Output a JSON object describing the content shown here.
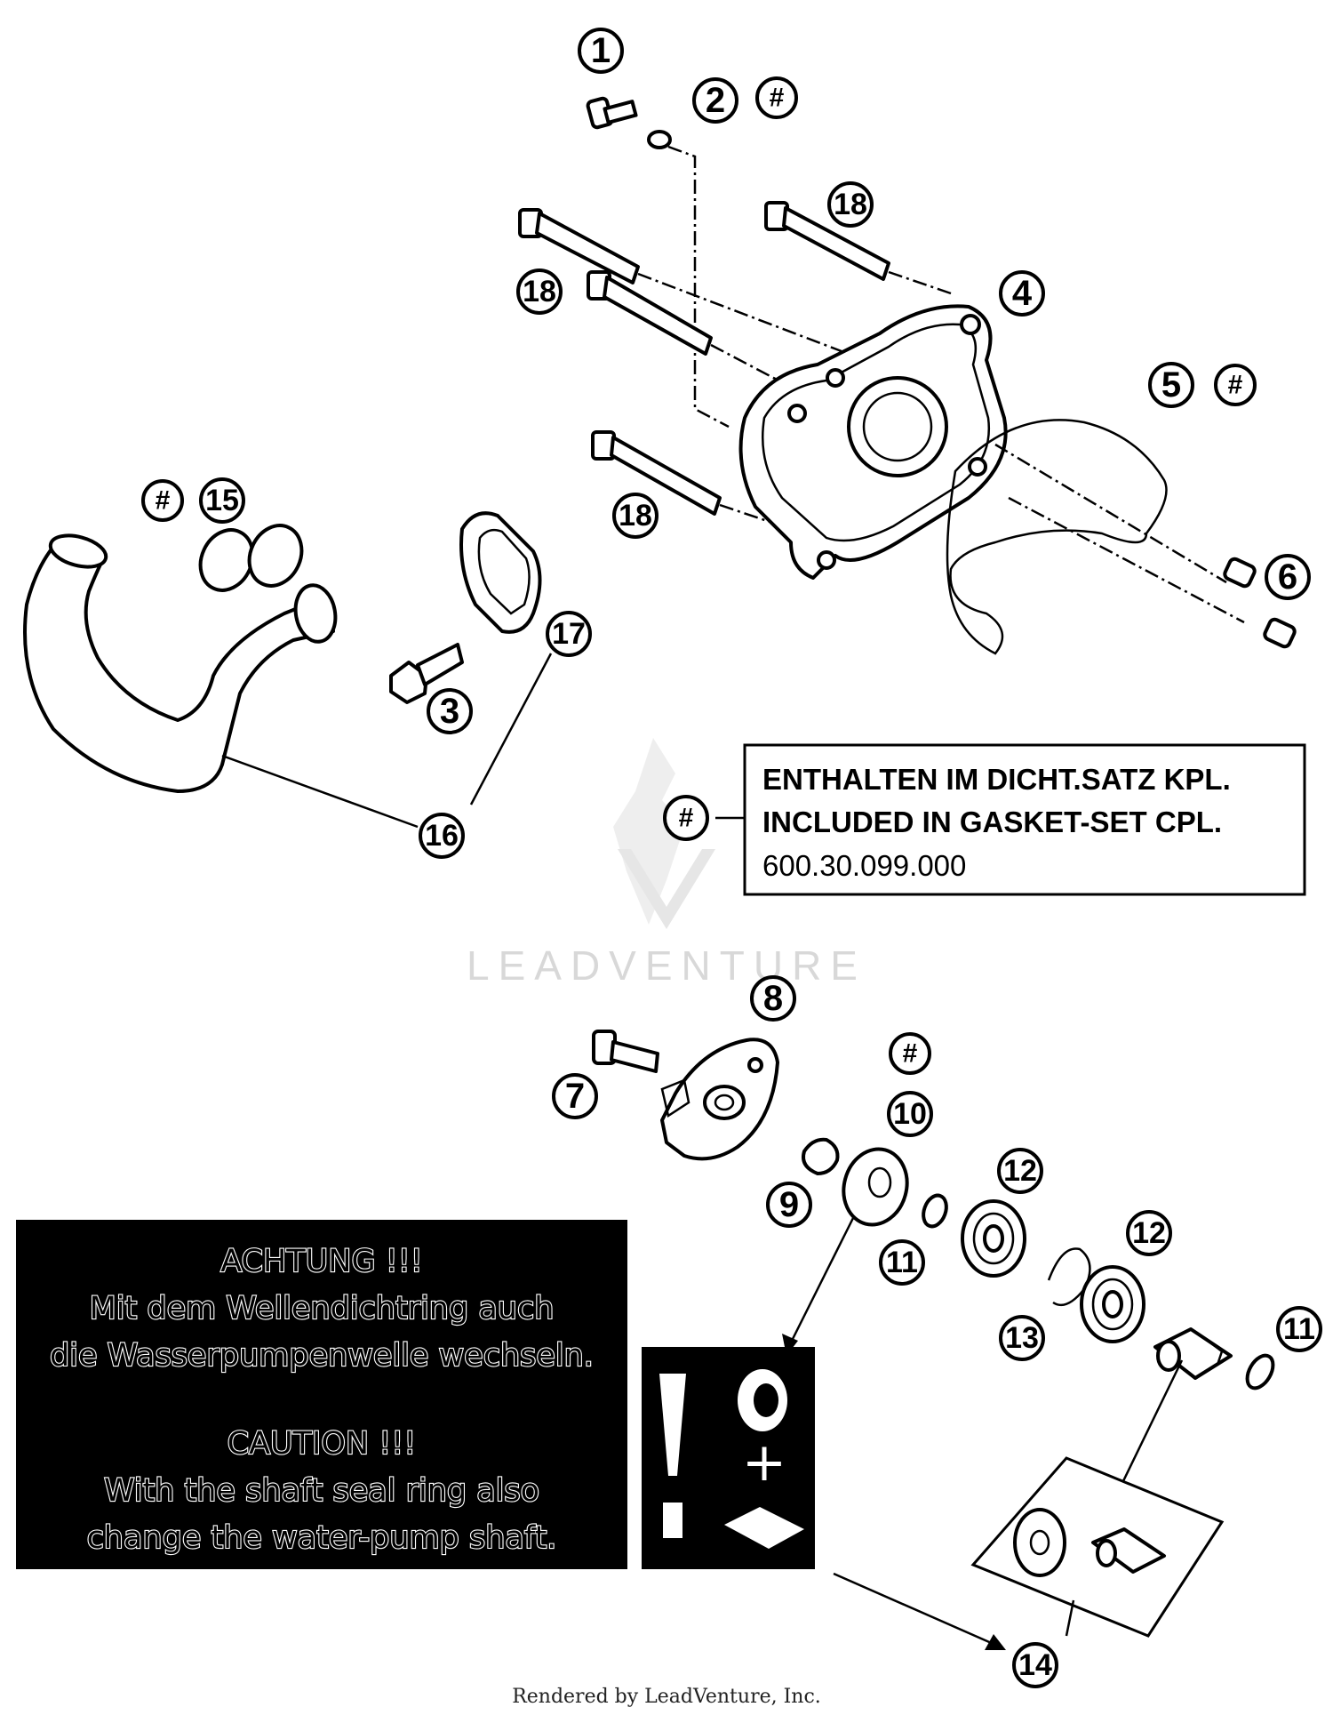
{
  "callouts": [
    {
      "id": "c1",
      "label": "1"
    },
    {
      "id": "c2",
      "label": "2"
    },
    {
      "id": "c2h",
      "label": "#"
    },
    {
      "id": "c18a",
      "label": "18"
    },
    {
      "id": "c18b",
      "label": "18"
    },
    {
      "id": "c4",
      "label": "4"
    },
    {
      "id": "c5",
      "label": "5"
    },
    {
      "id": "c5h",
      "label": "#"
    },
    {
      "id": "c18c",
      "label": "18"
    },
    {
      "id": "c6",
      "label": "6"
    },
    {
      "id": "c15h",
      "label": "#"
    },
    {
      "id": "c15",
      "label": "15"
    },
    {
      "id": "c17",
      "label": "17"
    },
    {
      "id": "c3",
      "label": "3"
    },
    {
      "id": "c16",
      "label": "16"
    },
    {
      "id": "cnote",
      "label": "#"
    },
    {
      "id": "c8",
      "label": "8"
    },
    {
      "id": "c7",
      "label": "7"
    },
    {
      "id": "c10h",
      "label": "#"
    },
    {
      "id": "c10",
      "label": "10"
    },
    {
      "id": "c9",
      "label": "9"
    },
    {
      "id": "c11a",
      "label": "11"
    },
    {
      "id": "c12a",
      "label": "12"
    },
    {
      "id": "c12b",
      "label": "12"
    },
    {
      "id": "c13",
      "label": "13"
    },
    {
      "id": "c11b",
      "label": "11"
    },
    {
      "id": "c14",
      "label": "14"
    }
  ],
  "gasket_note": {
    "line1": "ENTHALTEN IM DICHT.SATZ KPL.",
    "line2": "INCLUDED IN GASKET-SET CPL.",
    "line3": "600.30.099.000"
  },
  "warning": {
    "de_title": "ACHTUNG !!!",
    "de_line1": "Mit dem Wellendichtring auch",
    "de_line2": "die Wasserpumpenwelle wechseln.",
    "en_title": "CAUTION !!!",
    "en_line1": "With the shaft seal ring also",
    "en_line2": "change the water-pump shaft."
  },
  "watermark": "LEADVENTURE",
  "footer": "Rendered by LeadVenture, Inc."
}
